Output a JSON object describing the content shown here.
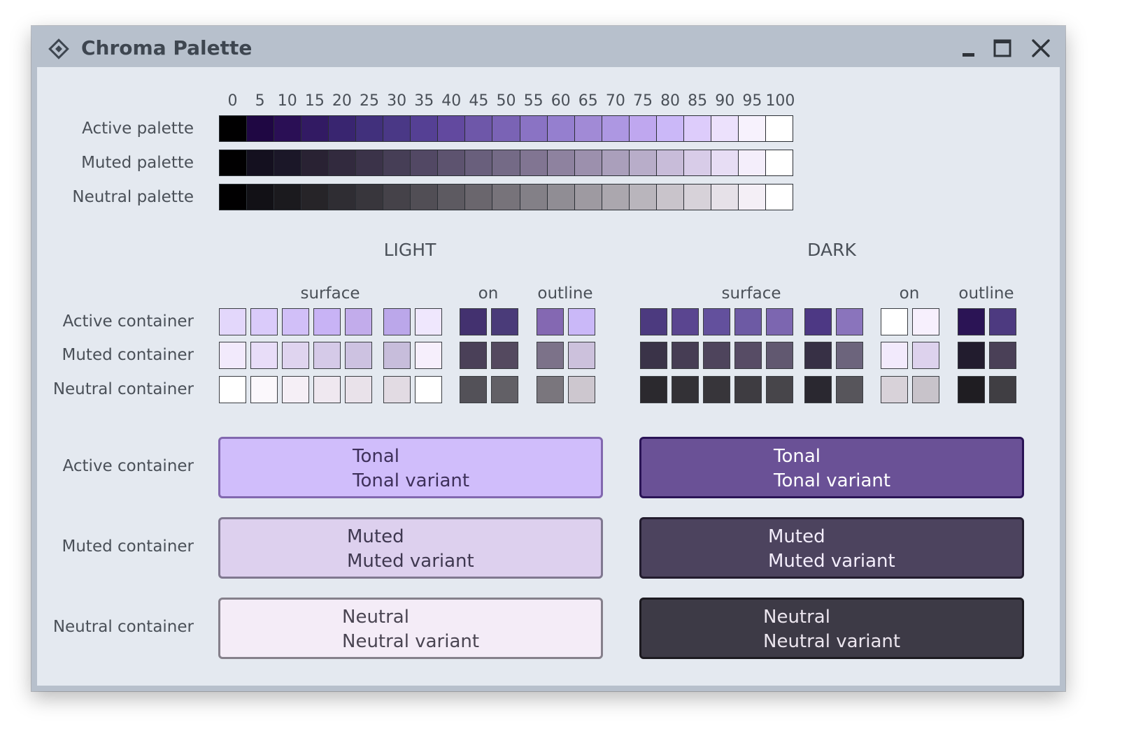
{
  "window": {
    "title": "Chroma Palette",
    "icon": "diamond-palette-icon",
    "controls": [
      "minimize-icon",
      "maximize-icon",
      "close-icon"
    ]
  },
  "palettes": {
    "tone_labels": [
      "0",
      "5",
      "10",
      "15",
      "20",
      "25",
      "30",
      "35",
      "40",
      "45",
      "50",
      "55",
      "60",
      "65",
      "70",
      "75",
      "80",
      "85",
      "90",
      "95",
      "100"
    ],
    "rows": [
      {
        "label": "Active palette",
        "colors": [
          "#010001",
          "#1f0743",
          "#2a0f55",
          "#321a63",
          "#392570",
          "#41307c",
          "#4a3886",
          "#554094",
          "#62499f",
          "#6e57a9",
          "#7a63b5",
          "#8a73c4",
          "#957fcf",
          "#a18ad6",
          "#ad97e2",
          "#bfa7ef",
          "#cbb8f8",
          "#ddccfb",
          "#ece1fc",
          "#f7f2fd",
          "#ffffff"
        ]
      },
      {
        "label": "Muted palette",
        "colors": [
          "#010001",
          "#14101f",
          "#1b1728",
          "#292233",
          "#322a3e",
          "#3b3349",
          "#463e56",
          "#524864",
          "#5d536f",
          "#695f7c",
          "#746a86",
          "#817592",
          "#8e829f",
          "#9c90ad",
          "#aa9fbb",
          "#b8adc9",
          "#c8bcd9",
          "#d8cce8",
          "#e7ddf4",
          "#f4eefb",
          "#ffffff"
        ]
      },
      {
        "label": "Neutral palette",
        "colors": [
          "#010001",
          "#121116",
          "#1b1a1e",
          "#262428",
          "#2f2d33",
          "#38363c",
          "#454249",
          "#514e55",
          "#5d5a61",
          "#6a666d",
          "#77737a",
          "#838087",
          "#908d94",
          "#9e9aa1",
          "#aba7ae",
          "#b9b5bc",
          "#c9c4cb",
          "#d7d2d9",
          "#e6e1e8",
          "#f4eff6",
          "#ffffff"
        ]
      }
    ]
  },
  "modes": {
    "light": {
      "heading": "LIGHT"
    },
    "dark": {
      "heading": "DARK"
    }
  },
  "group_labels": {
    "surface": "surface",
    "on": "on",
    "outline": "outline"
  },
  "swatch_rows": [
    {
      "label": "Active container",
      "light": {
        "surface": [
          "#e3d7fb",
          "#dacbfa",
          "#d1bff8",
          "#c8b3f5",
          "#c2aceb"
        ],
        "surface_extra": [
          "#bba7ea",
          "#efe7fd"
        ],
        "on": [
          "#43316f",
          "#4a3b79"
        ],
        "outline": [
          "#8468b2",
          "#cab8f8"
        ]
      },
      "dark": {
        "surface": [
          "#4c3a7f",
          "#5a4590",
          "#63509d",
          "#6d5aa4",
          "#7c66b0"
        ],
        "surface_extra": [
          "#4d3884",
          "#8a74bc"
        ],
        "on": [
          "#ffffff",
          "#f7f0fd"
        ],
        "outline": [
          "#2b1455",
          "#4d3a80"
        ]
      }
    },
    {
      "label": "Muted container",
      "light": {
        "surface": [
          "#f2eafc",
          "#e8ddf8",
          "#dfd4ef",
          "#d5cae8",
          "#cdc2e1"
        ],
        "surface_extra": [
          "#c7bddb",
          "#f6effc"
        ],
        "on": [
          "#4a4058",
          "#54495f"
        ],
        "outline": [
          "#7c7289",
          "#ccc1dc"
        ]
      },
      "dark": {
        "surface": [
          "#3a3348",
          "#463d54",
          "#4e445c",
          "#574c65",
          "#615870"
        ],
        "surface_extra": [
          "#373045",
          "#6c647c"
        ],
        "on": [
          "#f2eafc",
          "#ddd2ed"
        ],
        "outline": [
          "#221c2e",
          "#4a4057"
        ]
      }
    },
    {
      "label": "Neutral container",
      "light": {
        "surface": [
          "#ffffff",
          "#fbf8fc",
          "#f5eff6",
          "#efe8f0",
          "#e9e2ea"
        ],
        "surface_extra": [
          "#e2dbe3",
          "#ffffff"
        ],
        "on": [
          "#535158",
          "#626066"
        ],
        "outline": [
          "#7a767d",
          "#cdc7cf"
        ]
      },
      "dark": {
        "surface": [
          "#2b292e",
          "#333136",
          "#37353a",
          "#3e3c41",
          "#47454a"
        ],
        "surface_extra": [
          "#2a2830",
          "#57555b"
        ],
        "on": [
          "#d8d2d9",
          "#c8c3ca"
        ],
        "outline": [
          "#1f1d22",
          "#403e43"
        ]
      }
    }
  ],
  "button_rows": [
    {
      "label": "Active container",
      "light": {
        "primary": "Tonal",
        "secondary": "Tonal variant",
        "bg": "#d0bdfb",
        "border": "#8268af",
        "text": "#3e305a"
      },
      "dark": {
        "primary": "Tonal",
        "secondary": "Tonal variant",
        "bg": "#6a5196",
        "border": "#2a1456",
        "text": "#ffffff"
      }
    },
    {
      "label": "Muted container",
      "light": {
        "primary": "Muted",
        "secondary": "Muted variant",
        "bg": "#ddd0ee",
        "border": "#807890",
        "text": "#3f3850"
      },
      "dark": {
        "primary": "Muted",
        "secondary": "Muted variant",
        "bg": "#4c435e",
        "border": "#221c2e",
        "text": "#f3edfb"
      }
    },
    {
      "label": "Neutral container",
      "light": {
        "primary": "Neutral",
        "secondary": "Neutral variant",
        "bg": "#f4ecf7",
        "border": "#85808b",
        "text": "#4a4552"
      },
      "dark": {
        "primary": "Neutral",
        "secondary": "Neutral variant",
        "bg": "#3d3a46",
        "border": "#1c1a20",
        "text": "#ebe5ee"
      }
    }
  ]
}
